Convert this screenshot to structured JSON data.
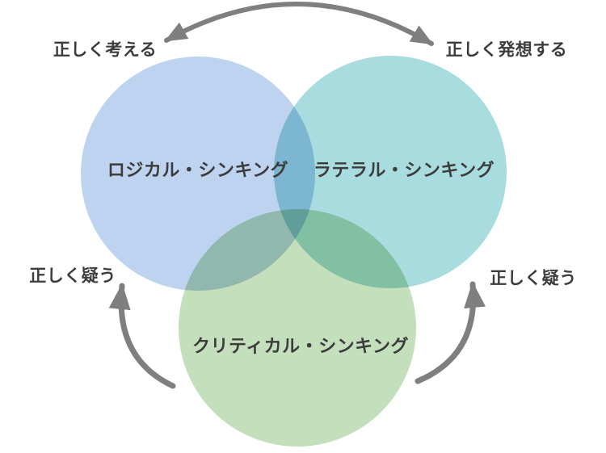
{
  "diagram_title": "thinking-methods-venn-diagram",
  "colors": {
    "background": "#ffffff",
    "arrow": "#7f7f7f",
    "text": "#3c3c3c",
    "logical_circle": "#bdd3ef",
    "lateral_circle": "#a9dcdf",
    "critical_circle": "#c4dfbb"
  },
  "circles": {
    "logical": {
      "label": "ロジカル・シンキング"
    },
    "lateral": {
      "label": "ラテラル・シンキング"
    },
    "critical": {
      "label": "クリティカル・シンキング"
    }
  },
  "annotations": {
    "top_left": "正しく考える",
    "top_right": "正しく発想する",
    "bottom_left": "正しく疑う",
    "bottom_right": "正しく疑う"
  }
}
